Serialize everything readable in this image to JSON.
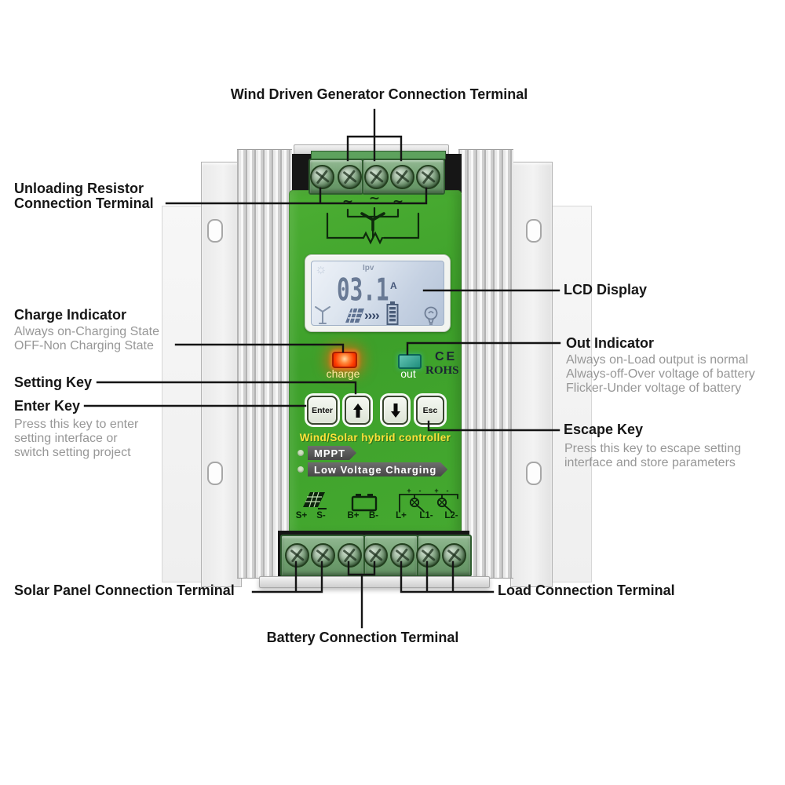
{
  "callouts": {
    "wind": {
      "label": "Wind Driven Generator Connection Terminal"
    },
    "unloading": {
      "line1": "Unloading Resistor",
      "line2": "Connection Terminal"
    },
    "lcd": {
      "label": "LCD Display"
    },
    "charge": {
      "label": "Charge Indicator",
      "sub": [
        "Always on-Charging State",
        "OFF-Non Charging State"
      ]
    },
    "out": {
      "label": "Out Indicator",
      "sub": [
        "Always on-Load output is normal",
        "Always-off-Over voltage of battery",
        "Flicker-Under voltage of battery"
      ]
    },
    "setting": {
      "label": "Setting Key"
    },
    "enter": {
      "label": "Enter Key",
      "sub": [
        "Press this key to enter",
        "setting interface or",
        "switch setting project"
      ]
    },
    "escape": {
      "label": "Escape Key",
      "sub": [
        "Press this key to escape setting",
        "interface and store parameters"
      ]
    },
    "solar": {
      "label": "Solar Panel Connection Terminal"
    },
    "battery": {
      "label": "Battery Connection Terminal"
    },
    "load": {
      "label": "Load Connection Terminal"
    }
  },
  "device": {
    "title": "Wind/Solar hybrid controller",
    "features": [
      "MPPT",
      "Low Voltage Charging"
    ],
    "lcd": {
      "sun_icon": "☼",
      "param_label": "Ipv",
      "value": "03.1",
      "unit": "A",
      "flow_arrows": "››››"
    },
    "indicators": {
      "charge_label": "charge",
      "out_label": "out"
    },
    "certifications": {
      "ce_mark": "CE",
      "rohs": "ROHS"
    },
    "buttons": {
      "enter": "Enter",
      "up_icon": "up-arrow",
      "down_icon": "down-arrow",
      "esc": "Esc"
    },
    "terminal_labels": [
      "S+",
      "S-",
      "B+",
      "B-",
      "L+",
      "L1-",
      "L2-"
    ],
    "schematic": {
      "phase_symbol": "~"
    },
    "icon_marks": {
      "plus": "+",
      "minus": "-"
    }
  },
  "colors": {
    "body_green": "#3fa32c",
    "terminal_block_green": "#7aa77a",
    "heatsink_silver": "#e4e4e4",
    "charge_led_red": "#ff3c00",
    "charge_label_yellow": "#ffe9a0",
    "out_led_teal": "#22998a",
    "title_yellow": "#ffe23a",
    "feature_badge_gray": "#4f4f4f",
    "lcd_screen_blue": "#c9d6e6",
    "callout_text": "#161616",
    "callout_subtext": "#979797"
  }
}
